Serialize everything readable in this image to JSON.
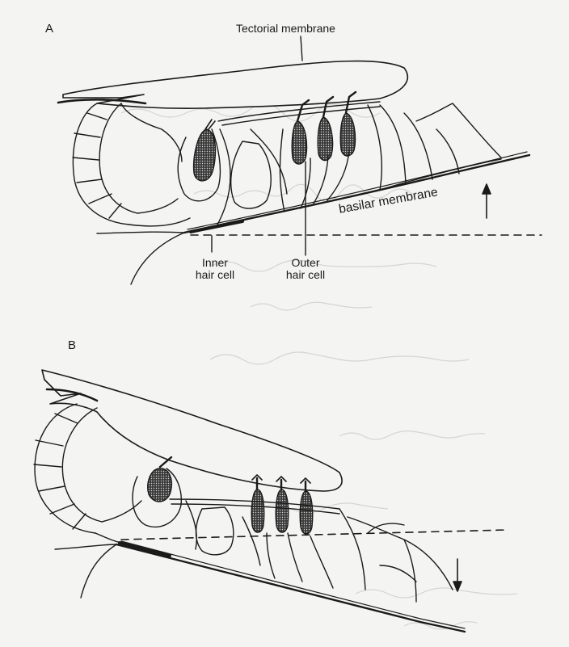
{
  "panel_a": {
    "letter": "A",
    "labels": {
      "tectorial": "Tectorial membrane",
      "basilar": "basilar membrane",
      "inner_line1": "Inner",
      "inner_line2": "hair cell",
      "outer_line1": "Outer",
      "outer_line2": "hair cell"
    },
    "basilar_arrow": "up"
  },
  "panel_b": {
    "letter": "B",
    "basilar_arrow": "down"
  },
  "colors": {
    "ink": "#1a1a1a",
    "paper": "#f4f4f2"
  }
}
